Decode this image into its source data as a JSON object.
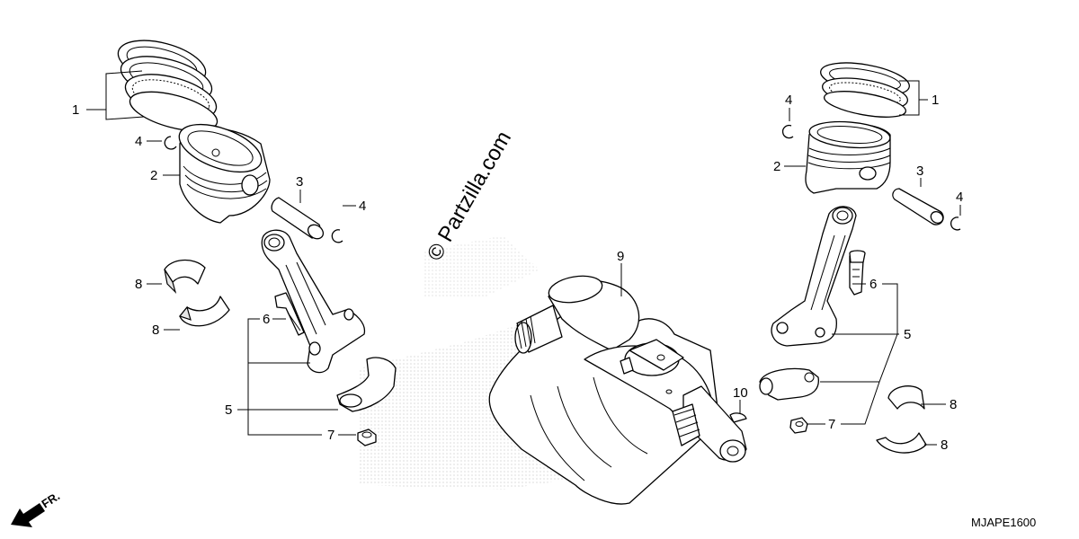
{
  "watermark": "© Partzilla.com",
  "diagram_code": "MJAPE1600",
  "direction_label": "FR.",
  "callouts": {
    "left_rings": "1",
    "left_clip_a": "4",
    "left_piston": "2",
    "left_pin": "3",
    "left_clip_b": "4",
    "left_bearing_a": "8",
    "left_bearing_b": "8",
    "left_bolt": "6",
    "left_rod": "5",
    "left_nut": "7",
    "crankshaft": "9",
    "key": "10",
    "right_rings": "1",
    "right_clip_a": "4",
    "right_piston": "2",
    "right_pin": "3",
    "right_clip_b": "4",
    "right_bolt": "6",
    "right_rod": "5",
    "right_nut": "7",
    "right_bearing_a": "8",
    "right_bearing_b": "8"
  }
}
